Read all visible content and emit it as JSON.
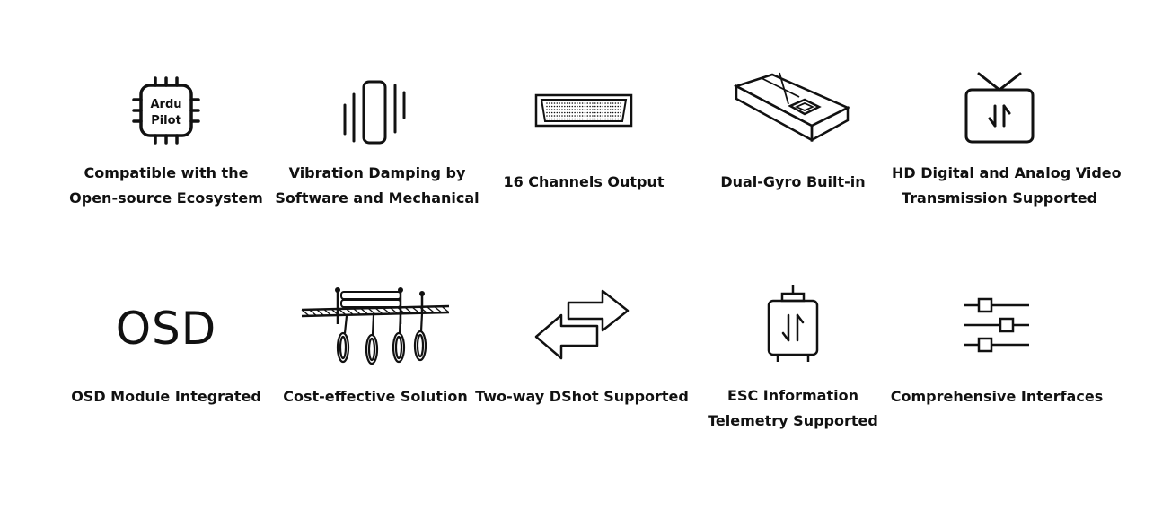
{
  "features": [
    {
      "id": "ardupilot",
      "icon": "ardupilot-chip-icon",
      "icon_text": [
        "Ardu",
        "Pilot"
      ],
      "lines": [
        "Compatible with the",
        "Open-source Ecosystem"
      ]
    },
    {
      "id": "vibration",
      "icon": "vibration-icon",
      "lines": [
        "Vibration Damping by",
        "Software and Mechanical"
      ]
    },
    {
      "id": "channels",
      "icon": "connector-pins-icon",
      "lines": [
        "16 Channels Output"
      ]
    },
    {
      "id": "gyro",
      "icon": "gyro-board-icon",
      "lines": [
        "Dual-Gyro Built-in"
      ]
    },
    {
      "id": "video",
      "icon": "tv-icon",
      "lines": [
        "HD Digital and Analog Video",
        "Transmission Supported"
      ]
    },
    {
      "id": "osd",
      "icon": "osd-text-icon",
      "icon_text": "OSD",
      "lines": [
        "OSD Module Integrated"
      ]
    },
    {
      "id": "cost",
      "icon": "frame-structure-icon",
      "lines": [
        "Cost-effective Solution"
      ]
    },
    {
      "id": "dshot",
      "icon": "two-way-arrows-icon",
      "lines": [
        "Two-way DShot Supported"
      ]
    },
    {
      "id": "esc",
      "icon": "esc-telemetry-icon",
      "lines": [
        "ESC Information",
        "Telemetry Supported"
      ]
    },
    {
      "id": "interfaces",
      "icon": "sliders-icon",
      "lines": [
        "Comprehensive Interfaces"
      ]
    }
  ]
}
